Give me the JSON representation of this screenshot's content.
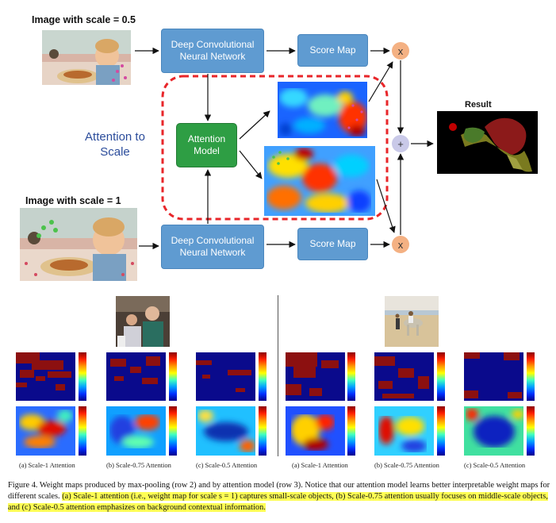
{
  "diagram": {
    "label_scale_05": "Image with scale = 0.5",
    "label_scale_1": "Image with scale = 1",
    "dcnn_top": "Deep Convolutional Neural Network",
    "dcnn_bottom": "Deep Convolutional Neural Network",
    "score_top": "Score Map",
    "score_bottom": "Score Map",
    "attention_model": "Attention Model",
    "attention_to_scale": "Attention to Scale",
    "mult_symbol": "x",
    "plus_symbol": "+",
    "result_label": "Result",
    "colors": {
      "box_blue": "#5f9bd1",
      "box_green": "#2e9e44",
      "dashed_red": "#e8262a",
      "mult_orange": "#f4b183",
      "plus_lavender": "#c9c9e8",
      "attention_text_blue": "#2b4c9b"
    }
  },
  "panels": {
    "captions": [
      "(a) Scale-1 Attention",
      "(b) Scale-0.75 Attention",
      "(c) Scale-0.5 Attention",
      "(a) Scale-1 Attention",
      "(b) Scale-0.75 Attention",
      "(c) Scale-0.5 Attention"
    ]
  },
  "figure_caption": {
    "plain": "Figure 4. Weight maps produced by max-pooling (row 2) and by attention model (row 3). Notice that our attention model learns better interpretable weight maps for different scales. ",
    "highlighted": "(a) Scale-1 attention (i.e., weight map for scale s = 1) captures small-scale objects, (b) Scale-0.75 attention usually focuses on middle-scale objects, and (c) Scale-0.5 attention emphasizes on background contextual information."
  }
}
